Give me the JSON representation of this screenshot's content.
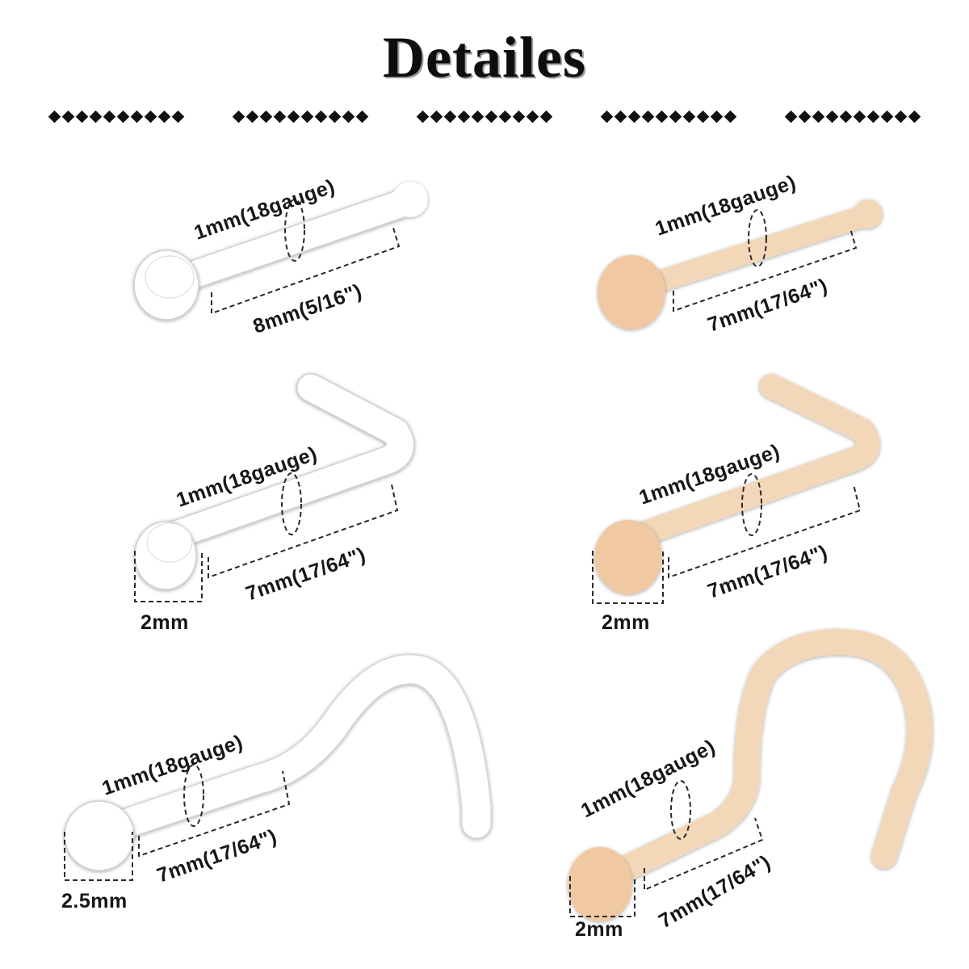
{
  "title": "Detailes",
  "colors": {
    "clear": "#ffffff",
    "nude": "#f2d7b8",
    "nude_head": "#f0c9a2",
    "text": "#161616"
  },
  "items": [
    {
      "name": "clear-straight-stud",
      "style": "clear",
      "shape": "straight",
      "gauge": "1mm(18gauge)",
      "length": "8mm(5/16\")"
    },
    {
      "name": "nude-straight-stud",
      "style": "nude",
      "shape": "straight",
      "gauge": "1mm(18gauge)",
      "length": "7mm(17/64\")"
    },
    {
      "name": "clear-l-shape",
      "style": "clear",
      "shape": "l-shape",
      "gauge": "1mm(18gauge)",
      "length": "7mm(17/64\")",
      "head": "2mm"
    },
    {
      "name": "nude-l-shape",
      "style": "nude",
      "shape": "l-shape",
      "gauge": "1mm(18gauge)",
      "length": "7mm(17/64\")",
      "head": "2mm"
    },
    {
      "name": "clear-screw",
      "style": "clear",
      "shape": "screw",
      "gauge": "1mm(18gauge)",
      "length": "7mm(17/64\")",
      "head": "2.5mm"
    },
    {
      "name": "nude-screw",
      "style": "nude",
      "shape": "screw",
      "gauge": "1mm(18gauge)",
      "length": "7mm(17/64\")",
      "head": "2mm"
    }
  ]
}
